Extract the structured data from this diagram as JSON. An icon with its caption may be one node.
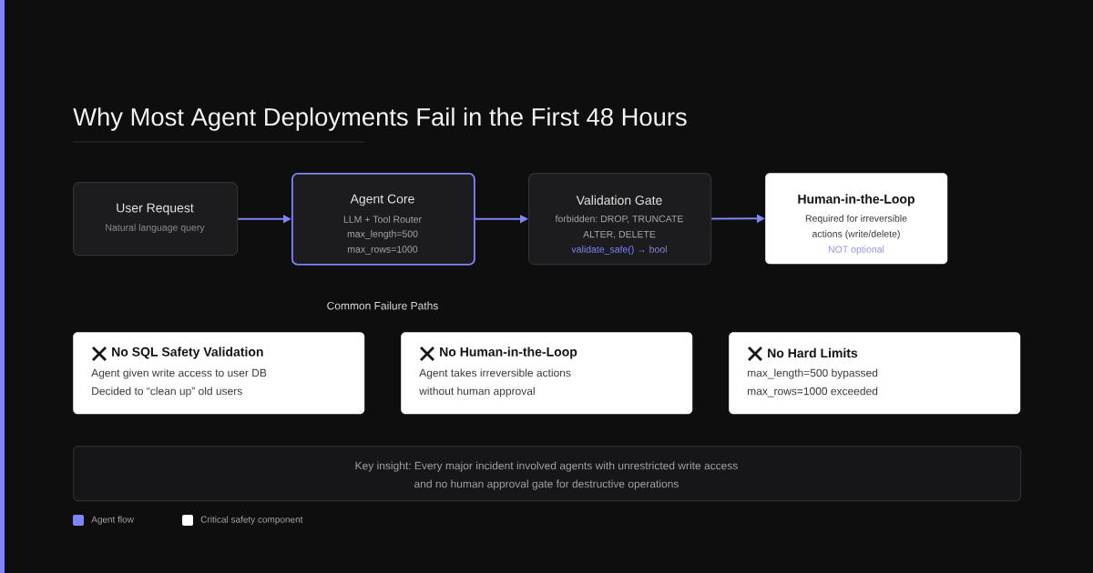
{
  "diagram": {
    "title": "Why Most Agent Deployments Fail in the First 48 Hours",
    "nodes": [
      {
        "text": [
          "User Request",
          "Natural language query"
        ]
      },
      {
        "text": [
          "Agent Core",
          "LLM + Tool Router",
          "max_length=500",
          "max_rows=1000"
        ]
      },
      {
        "text": [
          "Validation Gate",
          "forbidden: DROP, TRUNCATE ALTER, DELETE",
          "validate_safe() → bool"
        ]
      },
      {
        "text": [
          "Human-in-the-Loop",
          "Required for irreversible actions (write/delete)",
          "NOT optional"
        ]
      },
      {
        "text": [
          "No SQL Safety Validation",
          "Agent given write access to user DB",
          "Decided to “clean up” old users"
        ]
      },
      {
        "text": [
          "No Human-in-the-Loop",
          "Agent takes irreversible actions without human approval"
        ]
      },
      {
        "text": [
          "No Hard Limits",
          "max_length=500 bypassed",
          "max_rows=1000 exceeded"
        ]
      },
      {
        "text": [
          "Key insight: Every major incident involved agents with unrestricted write access and no human approval gate for destructive operations"
        ]
      }
    ],
    "edges": [
      {
        "from": 0,
        "to": 1,
        "arrow": "to"
      },
      {
        "from": 1,
        "to": 2,
        "arrow": "to"
      },
      {
        "from": 2,
        "to": 3,
        "arrow": "to"
      }
    ],
    "labels": [
      "Common Failure Paths"
    ],
    "legend": [
      {
        "text": "Agent flow",
        "color": "#8085f8"
      },
      {
        "text": "Critical safety component",
        "color": "#ffffff"
      }
    ]
  }
}
